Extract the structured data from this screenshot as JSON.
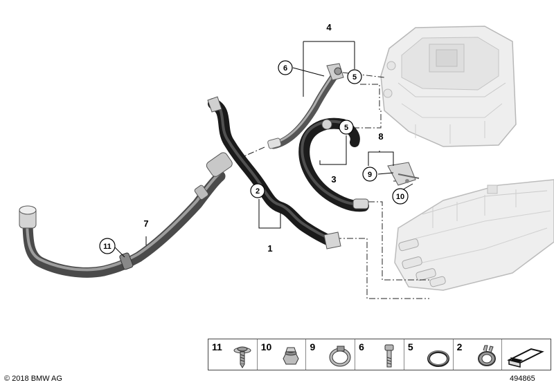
{
  "diagram": {
    "callouts": {
      "part_1": "1",
      "part_3": "3",
      "part_4": "4",
      "part_7": "7",
      "part_8": "8",
      "circled_2": "2",
      "circled_5a": "5",
      "circled_5b": "5",
      "circled_6": "6",
      "circled_9": "9",
      "circled_10": "10",
      "circled_11": "11"
    }
  },
  "legend": {
    "items": [
      {
        "number": "11",
        "icon": "screw-with-washer-icon"
      },
      {
        "number": "10",
        "icon": "hex-nut-icon"
      },
      {
        "number": "9",
        "icon": "hose-clamp-icon"
      },
      {
        "number": "6",
        "icon": "bolt-icon"
      },
      {
        "number": "5",
        "icon": "o-ring-icon"
      },
      {
        "number": "2",
        "icon": "spring-clamp-icon"
      }
    ],
    "last_icon": "direction-arrow-icon"
  },
  "footer": {
    "copyright": "© 2018 BMW AG",
    "doc_number": "494865"
  }
}
